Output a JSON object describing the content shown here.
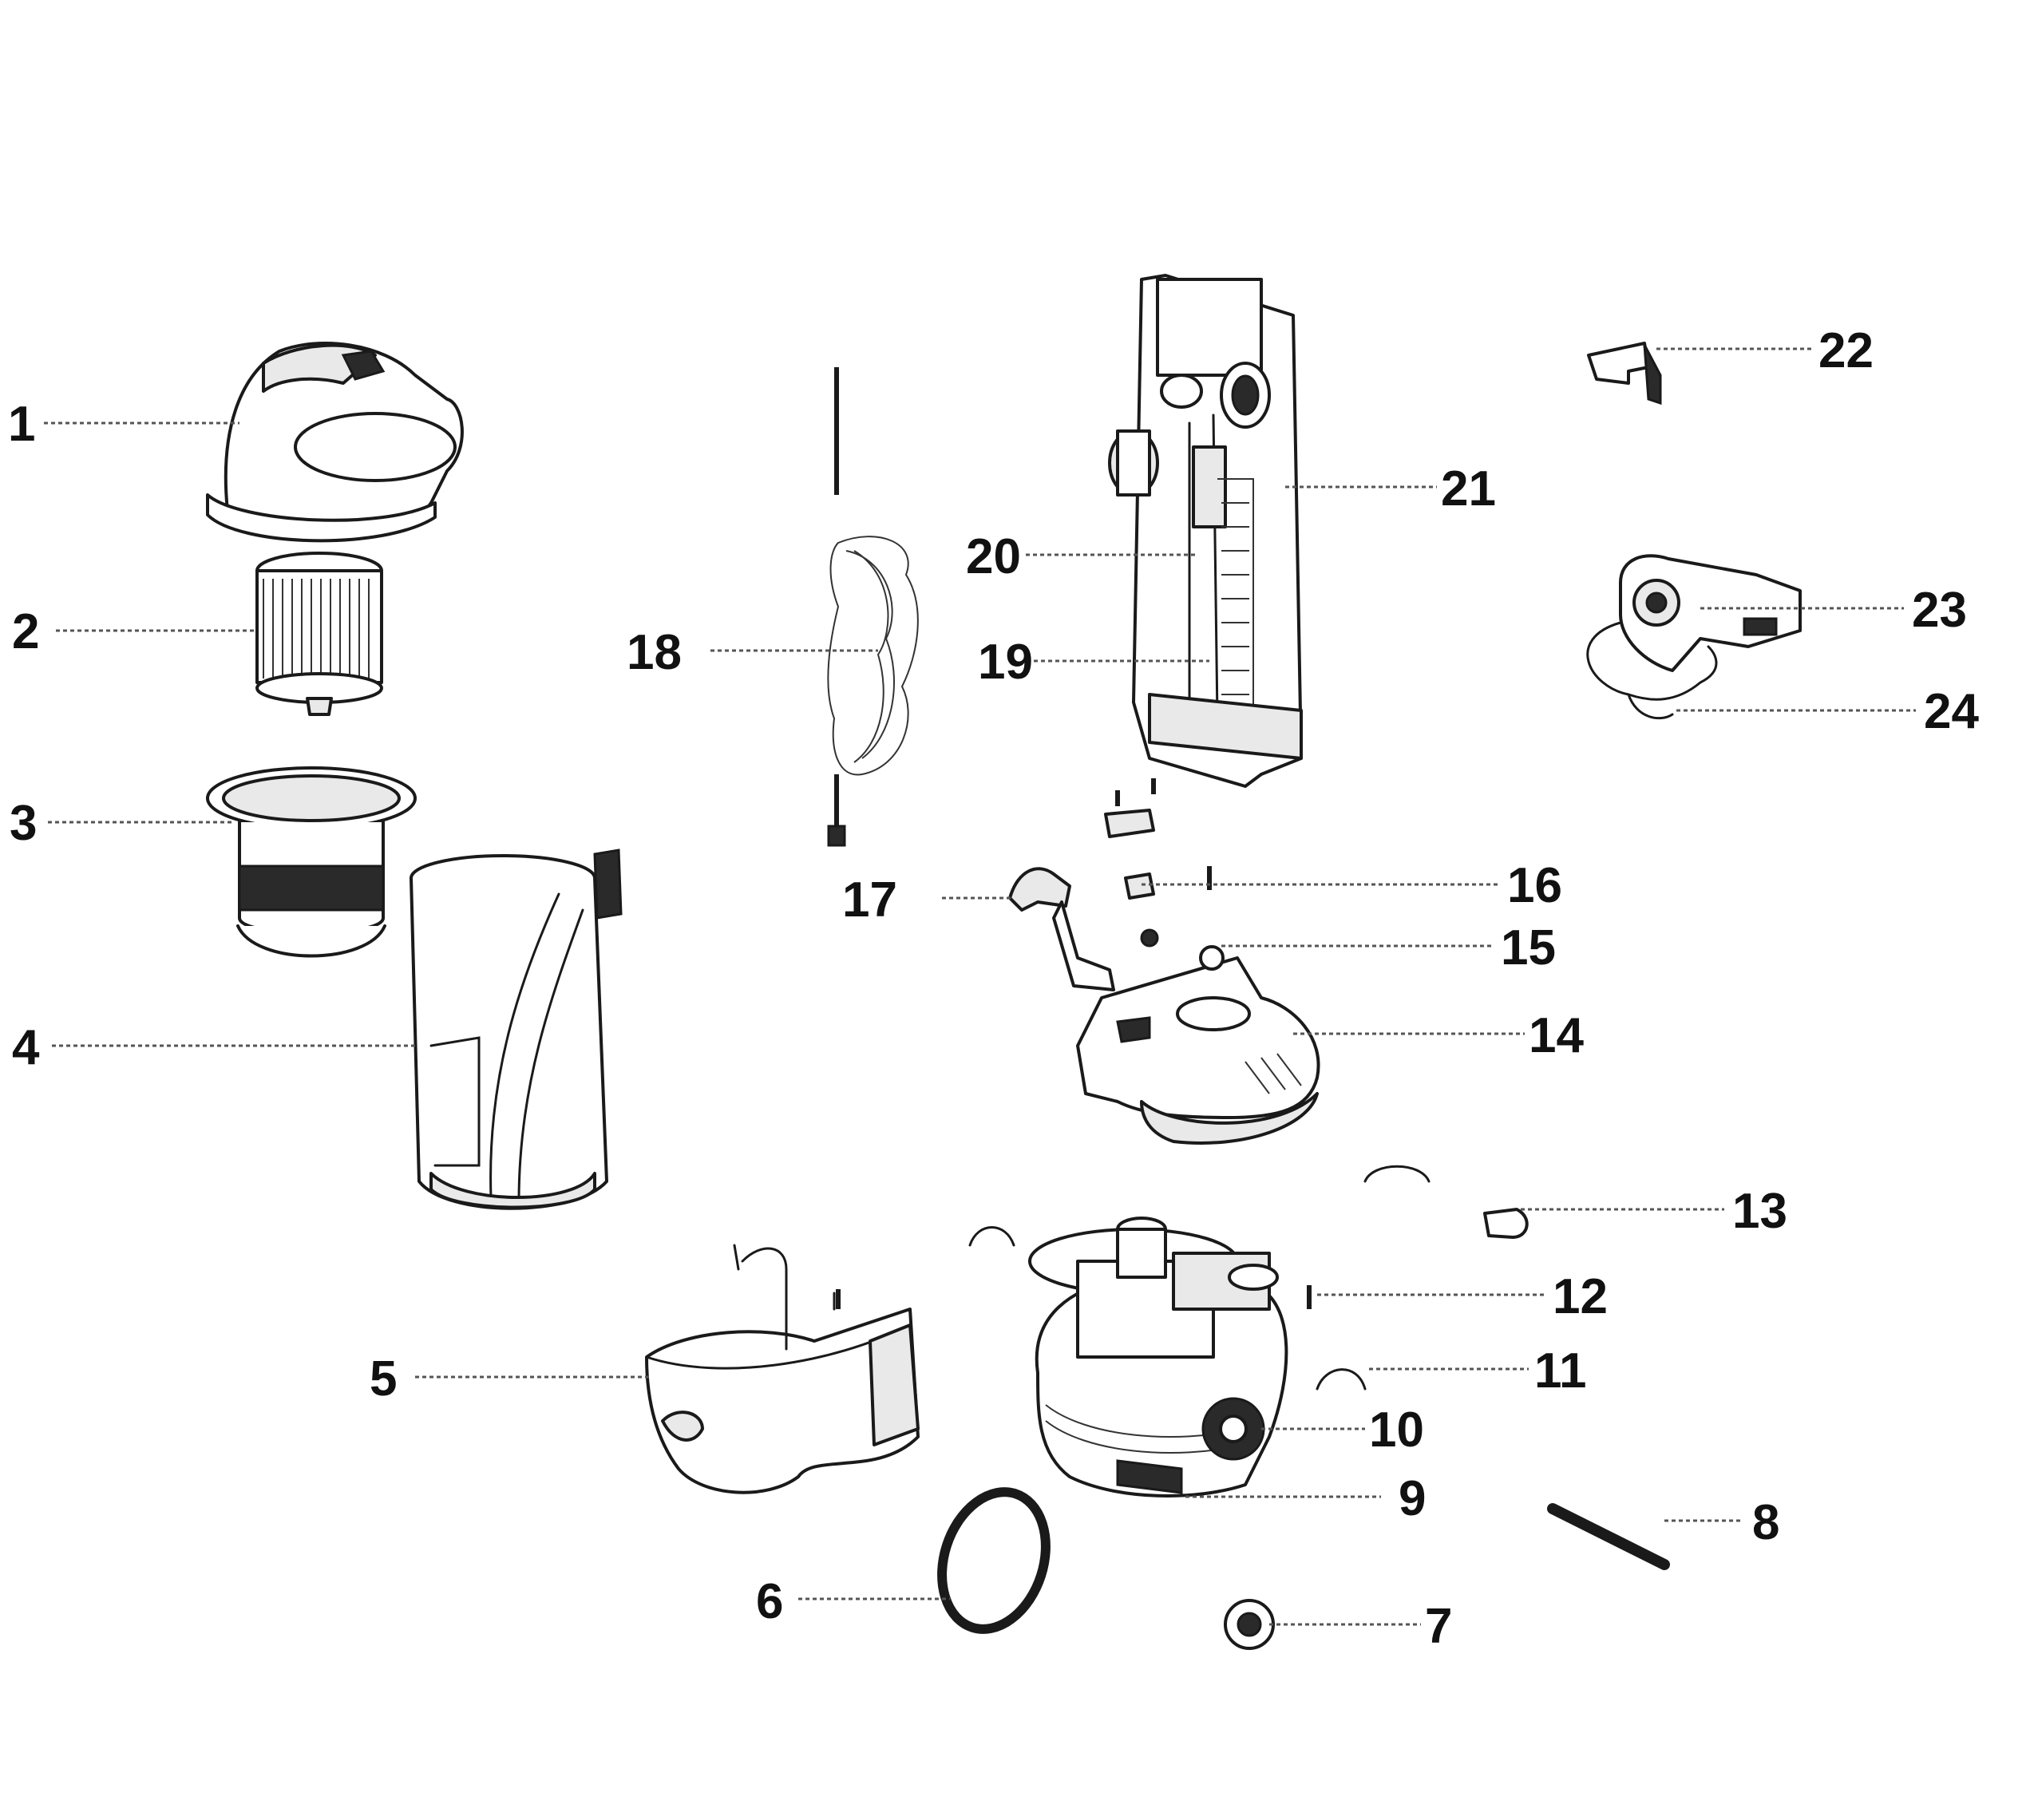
{
  "diagram": {
    "callouts": [
      "1",
      "2",
      "3",
      "4",
      "5",
      "6",
      "7",
      "8",
      "9",
      "10",
      "11",
      "12",
      "13",
      "14",
      "15",
      "16",
      "17",
      "18",
      "19",
      "20",
      "21",
      "22",
      "23",
      "24"
    ],
    "parts": [
      "cyclone-top-assembly-icon",
      "pleated-filter-icon",
      "filter-cup-icon",
      "dust-bin-icon",
      "base-shroud-icon",
      "drive-belt-icon",
      "wheel-icon",
      "axle-rod-icon",
      "motor-housing-icon",
      "brush-roll-gear-icon",
      "clip-icon",
      "screw-icon",
      "latch-icon",
      "base-plate-icon",
      "washer-icon",
      "screw-icon",
      "pedal-lever-icon",
      "power-cord-icon",
      "hose-duct-icon",
      "inner-duct-icon",
      "handle-body-icon",
      "small-clip-icon",
      "switch-housing-icon",
      "wire-harness-icon"
    ]
  }
}
